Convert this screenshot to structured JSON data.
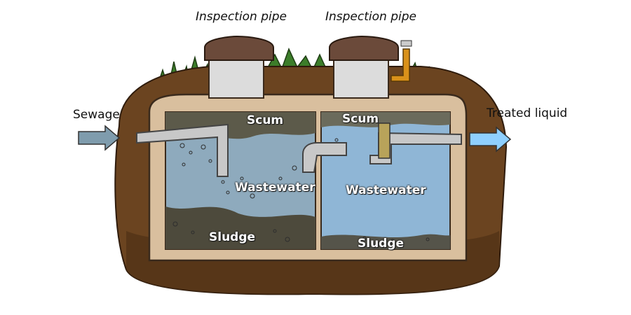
{
  "labels": {
    "inspection_left": "Inspection pipe",
    "inspection_right": "Inspection pipe",
    "sewage": "Sewage",
    "treated": "Treated liquid",
    "scum_left": "Scum",
    "scum_right": "Scum",
    "wastewater_left": "Wastewater",
    "wastewater_right": "Wastewater",
    "sludge_left": "Sludge",
    "sludge_right": "Sludge"
  },
  "colors": {
    "soil": "#6b4420",
    "soil_dark": "#4f3115",
    "grass": "#3c7d2a",
    "tank_wall": "#d9bf9e",
    "tank_outline": "#3a2a1c",
    "riser": "#dcdcdc",
    "lid": "#6b4a3a",
    "water_left": "#8eaabd",
    "water_right": "#8fb6d6",
    "scum": "#5c5a4a",
    "sludge": "#4d4a3c",
    "pipe": "#c8c8c8",
    "arrow_in": "#7f9cad",
    "arrow_out": "#8fd0ff",
    "vent": "#d9911a",
    "filter": "#b8a35a"
  }
}
